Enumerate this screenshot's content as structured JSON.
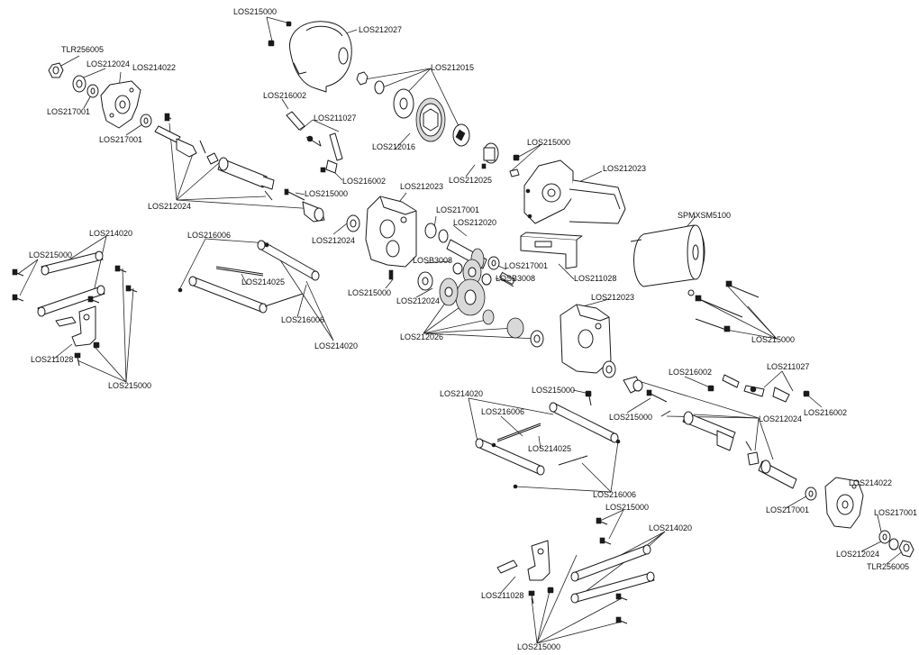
{
  "parts": {
    "LOS215000": "LOS215000",
    "LOS212027": "LOS212027",
    "LOS212015": "LOS212015",
    "TLR256005": "TLR256005",
    "LOS212024": "LOS212024",
    "LOS214022": "LOS214022",
    "LOS217001": "LOS217001",
    "LOS216002": "LOS216002",
    "LOS211027": "LOS211027",
    "LOS212016": "LOS212016",
    "LOS212025": "LOS212025",
    "LOS212023": "LOS212023",
    "LOS212020": "LOS212020",
    "LOSB3008": "LOSB3008",
    "LOS211028": "LOS211028",
    "SPMXSM5100": "SPMXSM5100",
    "LOS214020": "LOS214020",
    "LOS216006": "LOS216006",
    "LOS214025": "LOS214025",
    "LOS212026": "LOS212026"
  }
}
